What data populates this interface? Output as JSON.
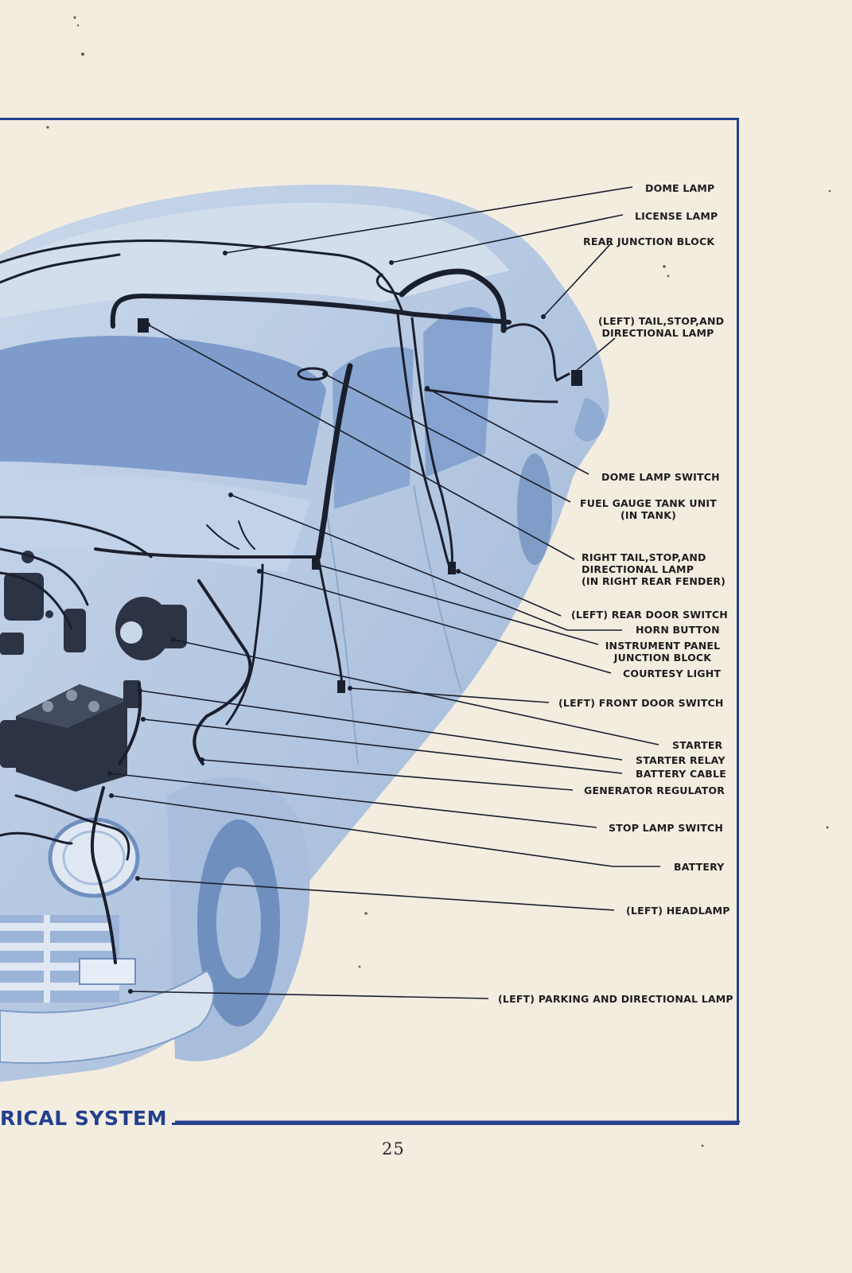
{
  "labels": {
    "dome_lamp": "DOME LAMP",
    "license_lamp": "LICENSE LAMP",
    "rear_junction_block": "REAR JUNCTION BLOCK",
    "left_tail_lamp_1": "(LEFT) TAIL,STOP,AND",
    "left_tail_lamp_2": "DIRECTIONAL LAMP",
    "dome_lamp_switch": "DOME LAMP SWITCH",
    "fuel_gauge_1": "FUEL GAUGE TANK UNIT",
    "fuel_gauge_2": "(IN TANK)",
    "right_tail_1": "RIGHT TAIL,STOP,AND",
    "right_tail_2": "DIRECTIONAL LAMP",
    "right_tail_3": "(IN RIGHT REAR FENDER)",
    "left_rear_door_switch": "(LEFT) REAR DOOR SWITCH",
    "horn_button": "HORN BUTTON",
    "instrument_panel_1": "INSTRUMENT PANEL",
    "instrument_panel_2": "JUNCTION BLOCK",
    "courtesy_light": "COURTESY LIGHT",
    "left_front_door_switch": "(LEFT) FRONT DOOR SWITCH",
    "starter": "STARTER",
    "starter_relay": "STARTER RELAY",
    "battery_cable": "BATTERY CABLE",
    "generator_regulator": "GENERATOR REGULATOR",
    "stop_lamp_switch": "STOP LAMP SWITCH",
    "battery": "BATTERY",
    "left_headlamp": "(LEFT) HEADLAMP",
    "left_parking_lamp": "(LEFT) PARKING AND DIRECTIONAL LAMP"
  },
  "section_title": "RICAL SYSTEM",
  "page_number": "25",
  "colors": {
    "frame": "#23408e",
    "paper": "#f3ede0",
    "car_body": "#b6c8e0",
    "car_shadow": "#7f9dc6",
    "wiring": "#1a1f2e"
  }
}
